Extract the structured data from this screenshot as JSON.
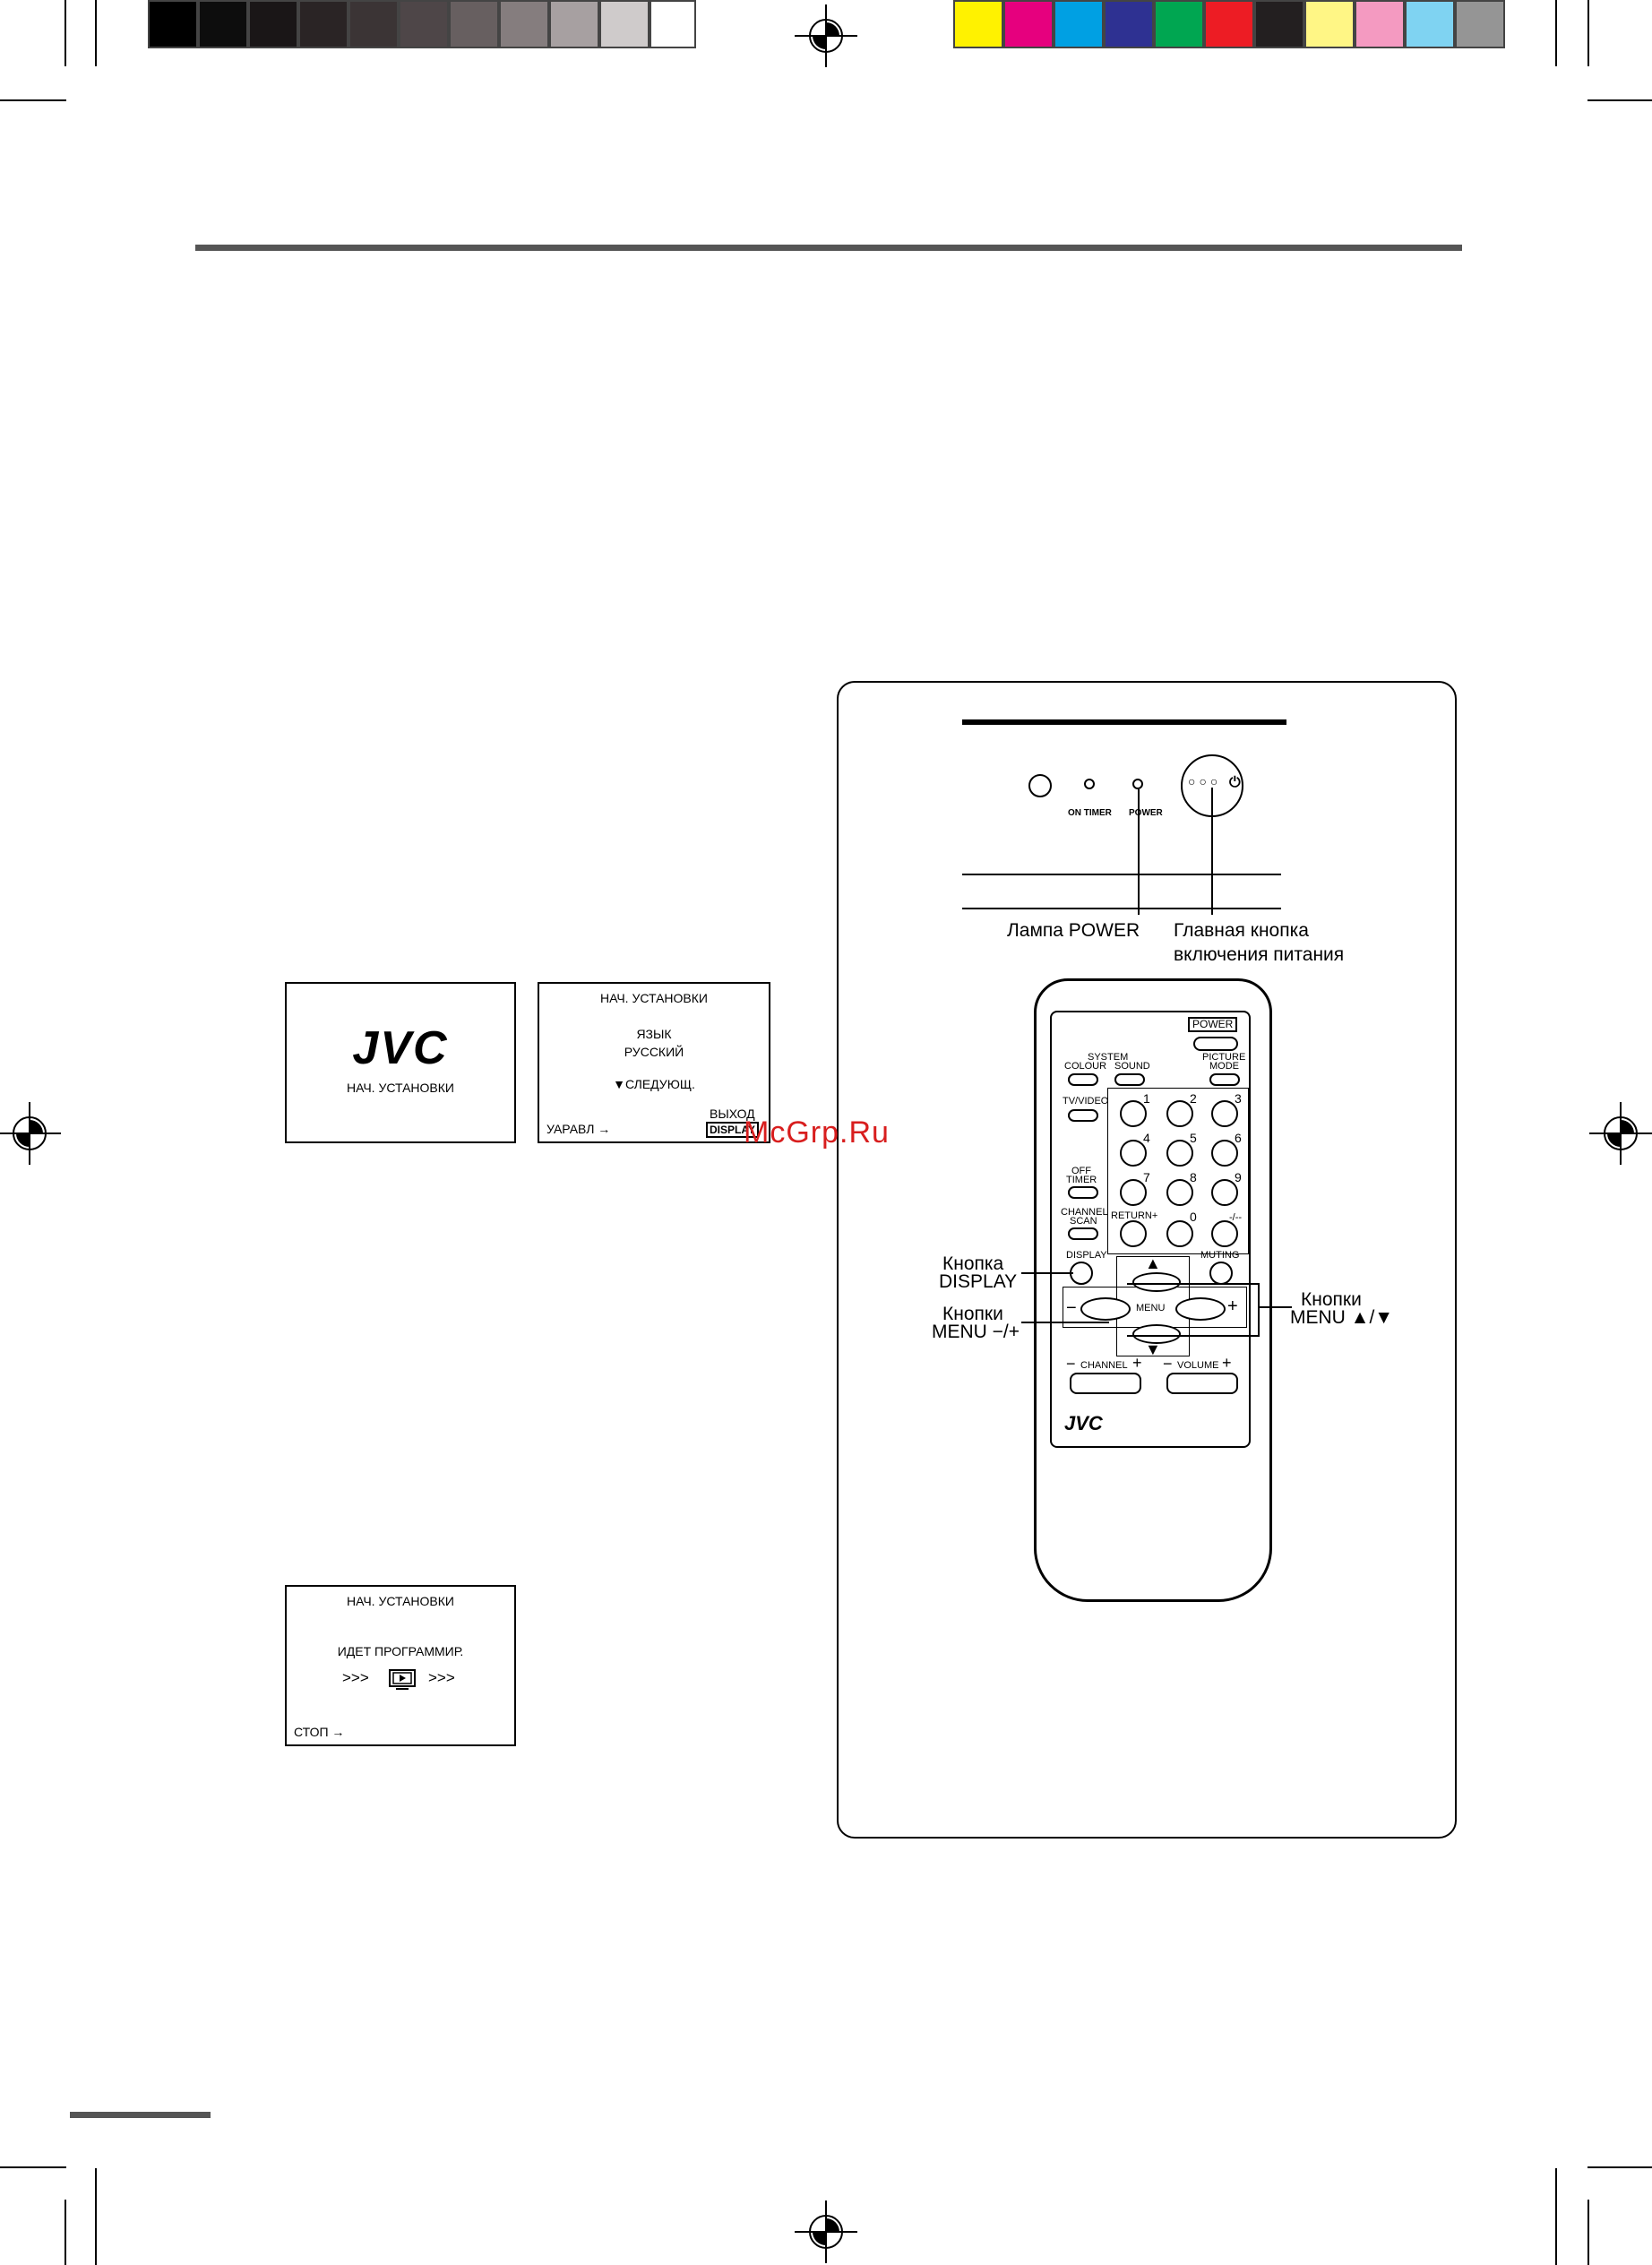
{
  "colors": {
    "grey_swatches": [
      "#000000",
      "#0d0d0d",
      "#1a1617",
      "#2a2425",
      "#3b3435",
      "#4e4648",
      "#675f60",
      "#857d7e",
      "#a7a0a1",
      "#cfcbcb",
      "#ffffff"
    ],
    "color_swatches": [
      "#fff200",
      "#e6007e",
      "#00a0e3",
      "#2e3192",
      "#00a651",
      "#ed1c24",
      "#231f20",
      "#fff685",
      "#f49ac1",
      "#7fd3f2",
      "#959595"
    ],
    "rule": "#555555",
    "watermark": "#d81e1e"
  },
  "watermark": "McGrp.Ru",
  "screen1": {
    "logo": "JVC",
    "caption": "НАЧ. УСТАНОВКИ"
  },
  "screen2": {
    "title": "НАЧ. УСТАНОВКИ",
    "line1": "ЯЗЫК",
    "line2": "РУССКИЙ",
    "next": "▼СЛЕДУЮЩ.",
    "control": "УАРАВЛ →",
    "exit": "ВЫХОД",
    "display": "DISPLAY"
  },
  "screen3": {
    "title": "НАЧ. УСТАНОВКИ",
    "status": "ИДЕТ ПРОГРАММИР.",
    "progress_left": ">>>",
    "progress_right": ">>>",
    "stop": "СТОП →"
  },
  "tv_panel": {
    "on_timer": "ON TIMER",
    "power": "POWER",
    "power_symbol": "⏻",
    "lamp_label": "Лампа POWER",
    "main_power_line1": "Главная кнопка",
    "main_power_line2": "включения питания"
  },
  "remote": {
    "power": "POWER",
    "system": "SYSTEM",
    "colour": "COLOUR",
    "sound": "SOUND",
    "picture": "PICTURE",
    "mode": "MODE",
    "tv_video": "TV/VIDEO",
    "off": "OFF",
    "timer": "TIMER",
    "channel": "CHANNEL",
    "scan": "SCAN",
    "return": "RETURN+",
    "display": "DISPLAY",
    "muting": "MUTING",
    "menu": "MENU",
    "channel_bar": "CHANNEL",
    "volume_bar": "VOLUME",
    "logo": "JVC",
    "digits": [
      "1",
      "2",
      "3",
      "4",
      "5",
      "6",
      "7",
      "8",
      "9",
      "0",
      "-/--"
    ]
  },
  "callouts": {
    "display_1": "Кнопка",
    "display_2": "DISPLAY",
    "menu_pm_1": "Кнопки",
    "menu_pm_2": "MENU −/+",
    "menu_ud_1": "Кнопки",
    "menu_ud_2": "MENU ▲/▼"
  }
}
